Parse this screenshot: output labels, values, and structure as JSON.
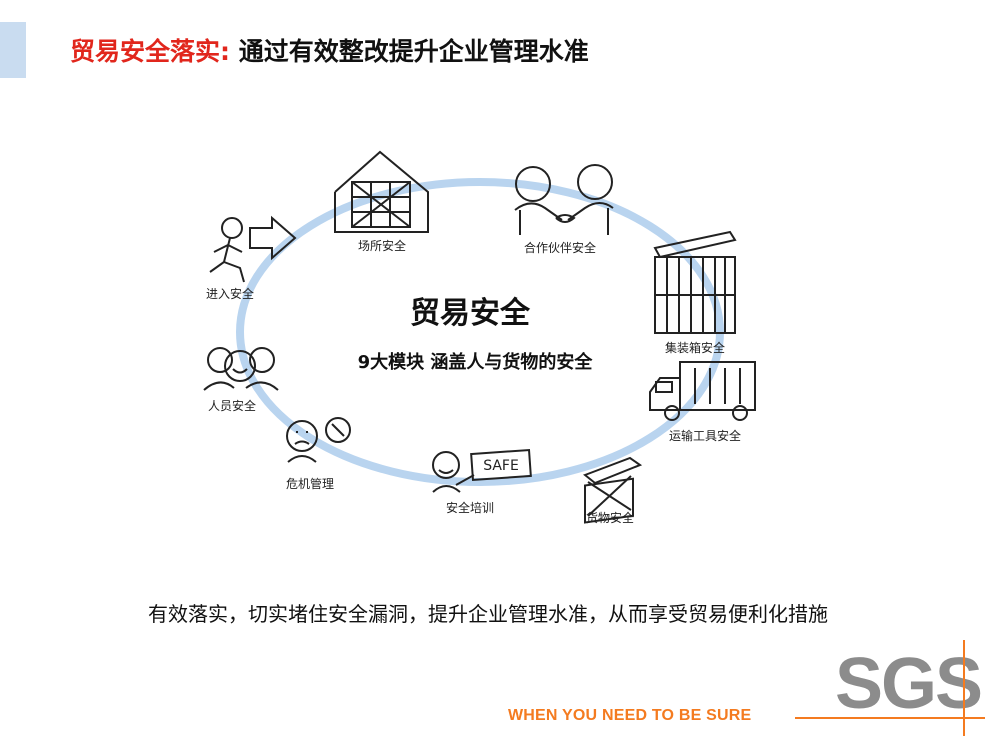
{
  "header": {
    "title_red": "贸易安全落实:",
    "title_black": "通过有效整改提升企业管理水准"
  },
  "diagram": {
    "center_title": "贸易安全",
    "center_subtitle": "9大模块 涵盖人与货物的安全",
    "modules": {
      "site": "场所安全",
      "partner": "合作伙伴安全",
      "container": "集装箱安全",
      "transport": "运输工具安全",
      "cargo": "货物安全",
      "training": "安全培训",
      "crisis": "危机管理",
      "personnel": "人员安全",
      "access": "进入安全"
    },
    "safe_sign": "SAFE",
    "ring_color": "#b9d4ef"
  },
  "caption": "有效落实，切实堵住安全漏洞，提升企业管理水准，从而享受贸易便利化措施",
  "footer": {
    "tagline": "WHEN YOU NEED TO BE SURE",
    "logo": "SGS",
    "accent_color": "#f47b20",
    "logo_color": "#8c8c8c"
  }
}
